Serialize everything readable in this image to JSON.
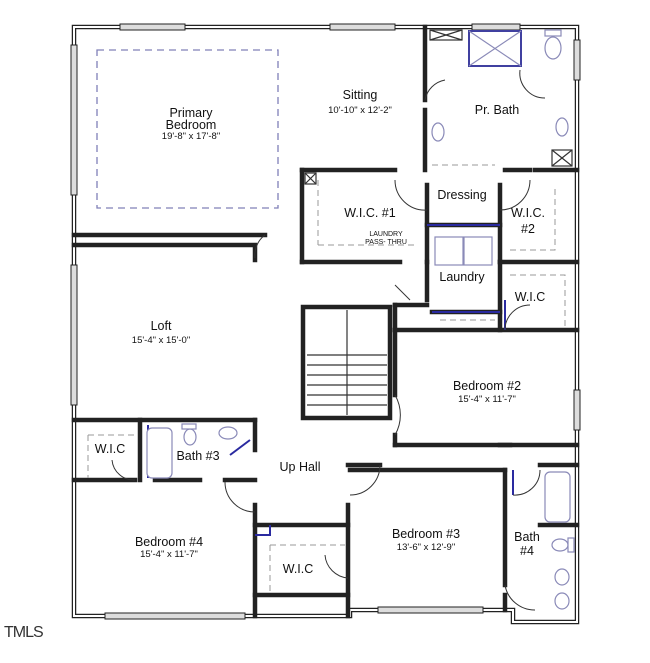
{
  "plan": {
    "type": "second-floor-plan",
    "rooms": [
      {
        "id": "primary-bedroom",
        "name_line1": "Primary",
        "name_line2": "Bedroom",
        "dims": "19'-8\" x 17'-8\""
      },
      {
        "id": "sitting",
        "name": "Sitting",
        "dims": "10'-10\" x 12'-2\""
      },
      {
        "id": "primary-bath",
        "name": "Pr. Bath"
      },
      {
        "id": "dressing",
        "name": "Dressing"
      },
      {
        "id": "wic-1",
        "name": "W.I.C. #1"
      },
      {
        "id": "wic-2",
        "name_line1": "W.I.C.",
        "name_line2": "#2"
      },
      {
        "id": "laundry",
        "name": "Laundry"
      },
      {
        "id": "laundry-pass-thru",
        "name_line1": "LAUNDRY",
        "name_line2": "PASS- THRU"
      },
      {
        "id": "wic-bed2",
        "name": "W.I.C"
      },
      {
        "id": "loft",
        "name": "Loft",
        "dims": "15'-4\" x 15'-0\""
      },
      {
        "id": "bedroom-2",
        "name": "Bedroom #2",
        "dims": "15'-4\" x 11'-7\""
      },
      {
        "id": "wic-bed4",
        "name": "W.I.C"
      },
      {
        "id": "bath-3",
        "name": "Bath #3"
      },
      {
        "id": "up-hall",
        "name": "Up Hall"
      },
      {
        "id": "bedroom-4",
        "name": "Bedroom #4",
        "dims": "15'-4\" x 11'-7\""
      },
      {
        "id": "wic-bed3",
        "name": "W.I.C"
      },
      {
        "id": "bedroom-3",
        "name": "Bedroom #3",
        "dims": "13'-6\" x 12'-9\""
      },
      {
        "id": "bath-4",
        "name_line1": "Bath",
        "name_line2": "#4"
      }
    ]
  },
  "watermark": "TMLS",
  "colors": {
    "wall": "#222222",
    "accent_blue": "#2a2aa0",
    "dashed_blue": "#8080b8"
  }
}
